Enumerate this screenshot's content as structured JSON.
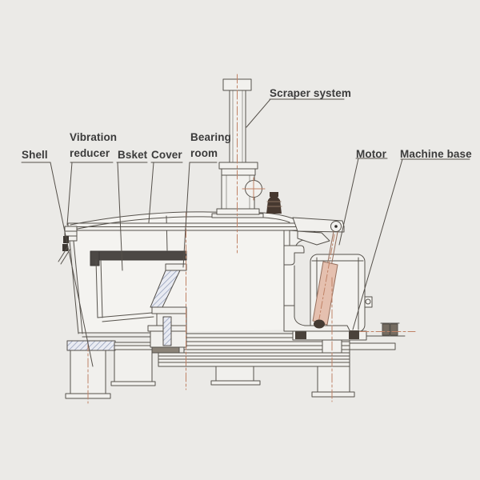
{
  "diagram": {
    "type": "technical-drawing",
    "subject": "scraper centrifuge cross-section",
    "labels": {
      "scraper_system": "Scraper system",
      "shell": "Shell",
      "vibration_reducer": "Vibration reducer",
      "basket": "Bsket",
      "cover": "Cover",
      "bearing_room": "Bearing room",
      "motor": "Motor",
      "machine_base": "Machine base"
    },
    "colors": {
      "background": "#ebeae7",
      "line": "#56524c",
      "centerline_orange": "#c08266",
      "hatch_blue": "#8e9ab6",
      "dark_fill": "#453b32",
      "actuator_pink": "#e5c0af",
      "body_fill": "#f4f3f0"
    }
  }
}
